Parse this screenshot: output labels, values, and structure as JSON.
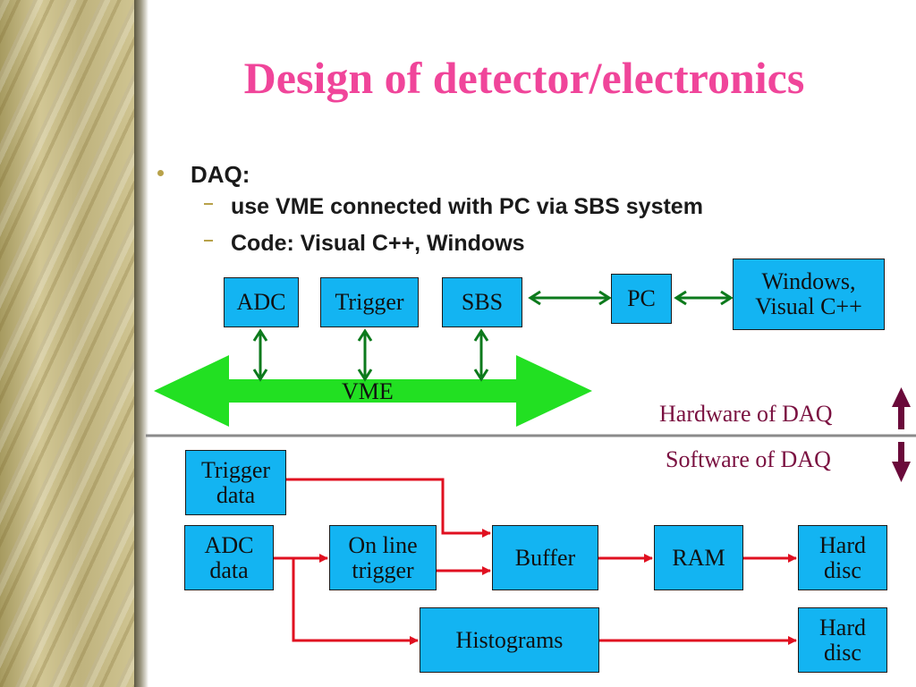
{
  "title": "Design of detector/electronics",
  "bullets": {
    "main": "DAQ:",
    "sub1": "use VME connected with PC via SBS system",
    "sub2": "Code: Visual C++, Windows"
  },
  "hardware": {
    "adc": "ADC",
    "trigger": "Trigger",
    "sbs": "SBS",
    "pc": "PC",
    "windows_line1": "Windows,",
    "windows_line2": "Visual C++",
    "vme": "VME"
  },
  "section_labels": {
    "hardware": "Hardware of DAQ",
    "software": "Software of DAQ"
  },
  "software": {
    "trigger_data_line1": "Trigger",
    "trigger_data_line2": "data",
    "adc_data_line1": "ADC",
    "adc_data_line2": "data",
    "online_trigger_line1": "On line",
    "online_trigger_line2": "trigger",
    "buffer": "Buffer",
    "ram": "RAM",
    "hard_disc1_line1": "Hard",
    "hard_disc1_line2": "disc",
    "histograms": "Histograms",
    "hard_disc2_line1": "Hard",
    "hard_disc2_line2": "disc"
  },
  "colors": {
    "title": "#f0459a",
    "box_fill": "#13b4f2",
    "vme_bus": "#22e022",
    "link_arrow": "#0c7a1c",
    "flow_arrow": "#e01020",
    "section_arrow": "#6a0a3a",
    "divider": "#8a8a8a"
  }
}
